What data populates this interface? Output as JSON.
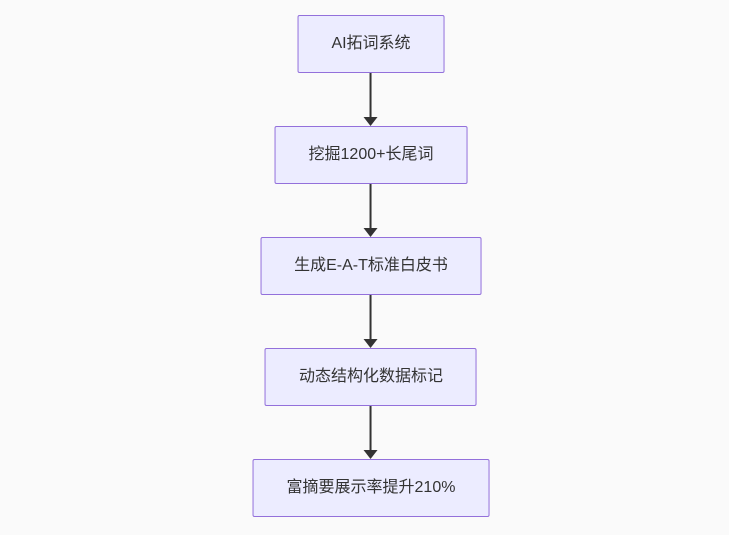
{
  "flowchart": {
    "type": "vertical-flowchart",
    "nodes": [
      {
        "id": "node-1",
        "label": "AI拓词系统"
      },
      {
        "id": "node-2",
        "label": "挖掘1200+长尾词"
      },
      {
        "id": "node-3",
        "label": "生成E-A-T标准白皮书"
      },
      {
        "id": "node-4",
        "label": "动态结构化数据标记"
      },
      {
        "id": "node-5",
        "label": "富摘要展示率提升210%"
      }
    ],
    "edges": [
      {
        "from": "node-1",
        "to": "node-2",
        "style": "arrow-down"
      },
      {
        "from": "node-2",
        "to": "node-3",
        "style": "arrow-down"
      },
      {
        "from": "node-3",
        "to": "node-4",
        "style": "arrow-down"
      },
      {
        "from": "node-4",
        "to": "node-5",
        "style": "arrow-down"
      }
    ],
    "colors": {
      "background": "#fafafa",
      "node_fill": "#ECECFF",
      "node_border": "#9370DB",
      "text": "#333333",
      "arrow": "#333333"
    }
  }
}
